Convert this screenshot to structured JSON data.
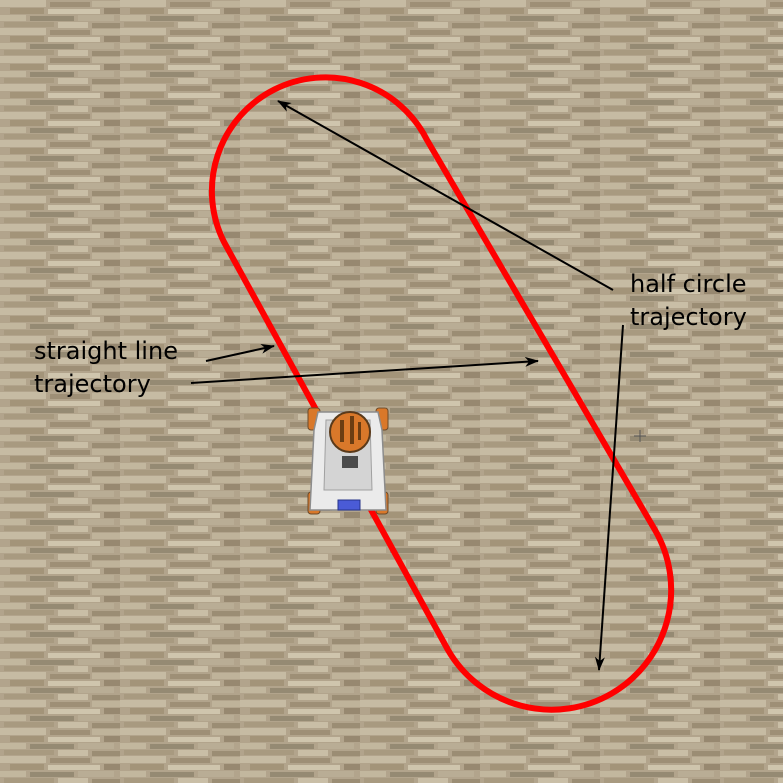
{
  "scene": {
    "floor_color": "#b3a58e",
    "floor_texture": "wood-plank-floor",
    "trajectory_color": "#ff0000",
    "arrow_color": "#000000"
  },
  "labels": {
    "half_circle": {
      "line1": "half circle",
      "line2": "trajectory"
    },
    "straight_line": {
      "line1": "straight line",
      "line2": "trajectory"
    }
  },
  "robot": {
    "icon": "mobile-robot-icon",
    "body_color": "#e9e9e9",
    "wheel_color": "#d9782a",
    "panel_color": "#4a5bd6"
  },
  "marker": {
    "icon": "crosshair-icon"
  }
}
